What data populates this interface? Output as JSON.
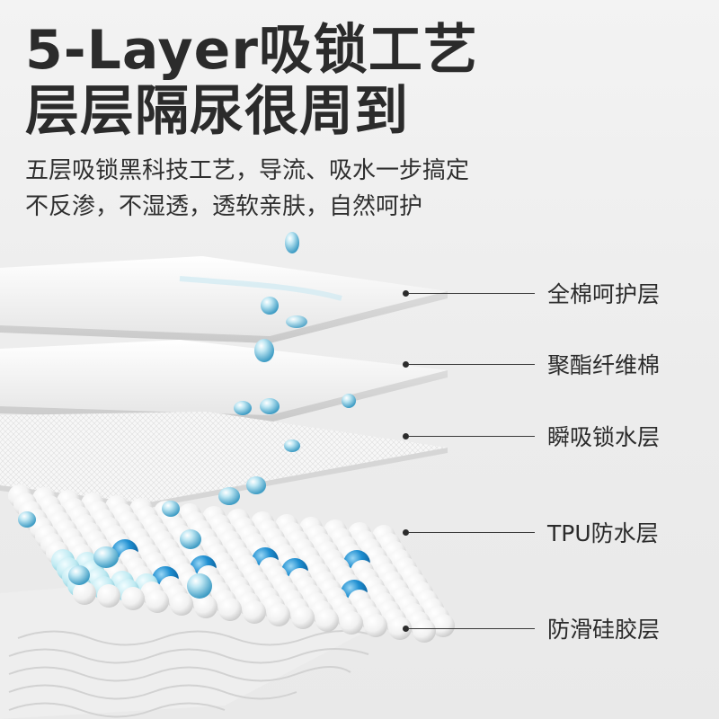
{
  "title": {
    "line1": "5-Layer吸锁工艺",
    "line2": "层层隔尿很周到"
  },
  "subtitle": {
    "line1": "五层吸锁黑科技工艺，导流、吸水一步搞定",
    "line2": "不反渗，不湿透，透软亲肤，自然呵护"
  },
  "layers": [
    {
      "label": "全棉呵护层"
    },
    {
      "label": "聚酯纤维棉"
    },
    {
      "label": "瞬吸锁水层"
    },
    {
      "label": "TPU防水层"
    },
    {
      "label": "防滑硅胶层"
    }
  ],
  "colors": {
    "text": "#2b2b2b",
    "water_blue": "#1e88c8",
    "light_blue": "#8fd3e6",
    "sheet_white": "#fbfbfb"
  },
  "icons": {
    "water_droplet": "water-droplet-icon",
    "bead": "tpu-bead"
  }
}
